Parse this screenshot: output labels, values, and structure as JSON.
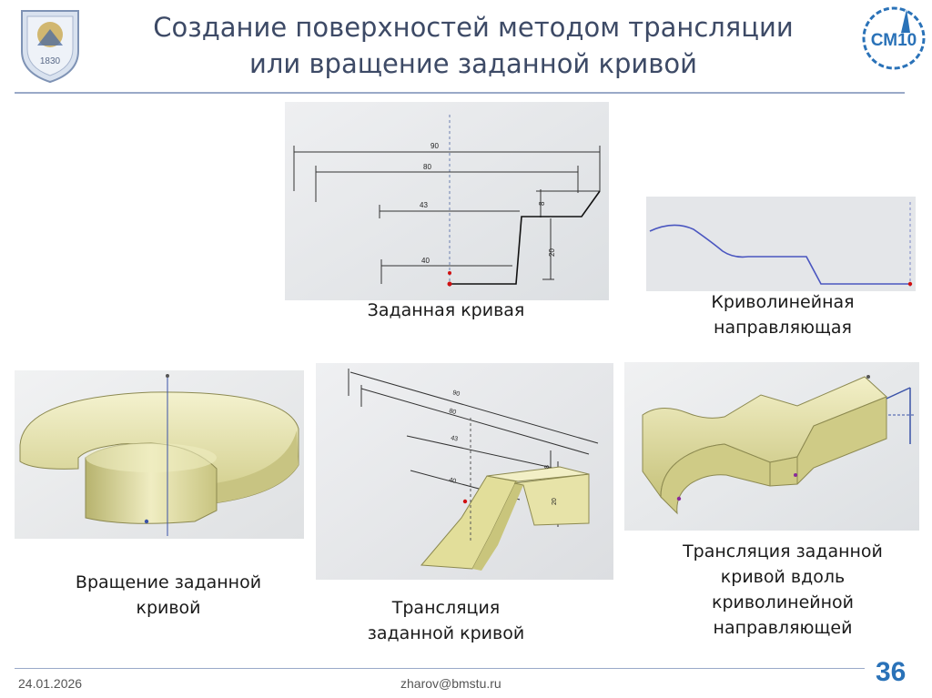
{
  "header": {
    "title_line1": "Создание поверхностей методом трансляции",
    "title_line2": "или вращение заданной кривой",
    "emblem_year": "1830",
    "logo_text": "СМ10"
  },
  "panels": {
    "sketch": {
      "dims": [
        "90",
        "80",
        "43",
        "40",
        "8",
        "20"
      ]
    },
    "extrusion": {
      "dims": [
        "90",
        "80",
        "43",
        "40",
        "8",
        "20"
      ]
    }
  },
  "captions": {
    "given_curve": [
      "Заданная кривая"
    ],
    "curved_guide": [
      "Криволинейная",
      "направляющая"
    ],
    "rotation": [
      "Вращение заданной",
      "кривой"
    ],
    "translation": [
      "Трансляция",
      "заданной кривой"
    ],
    "translation_along": [
      "Трансляция заданной",
      "кривой вдоль",
      "криволинейной",
      "направляющей"
    ]
  },
  "footer": {
    "date": "24.01.2026",
    "email": "zharov@bmstu.ru",
    "slide_number": "36"
  },
  "colors": {
    "title": "#3d4a66",
    "accent_blue": "#2a72b8",
    "surface_cream": "#e9e6b0",
    "cad_background": "#e6e8ea"
  },
  "icons": [
    "university-emblem-icon",
    "sm10-logo-icon"
  ]
}
